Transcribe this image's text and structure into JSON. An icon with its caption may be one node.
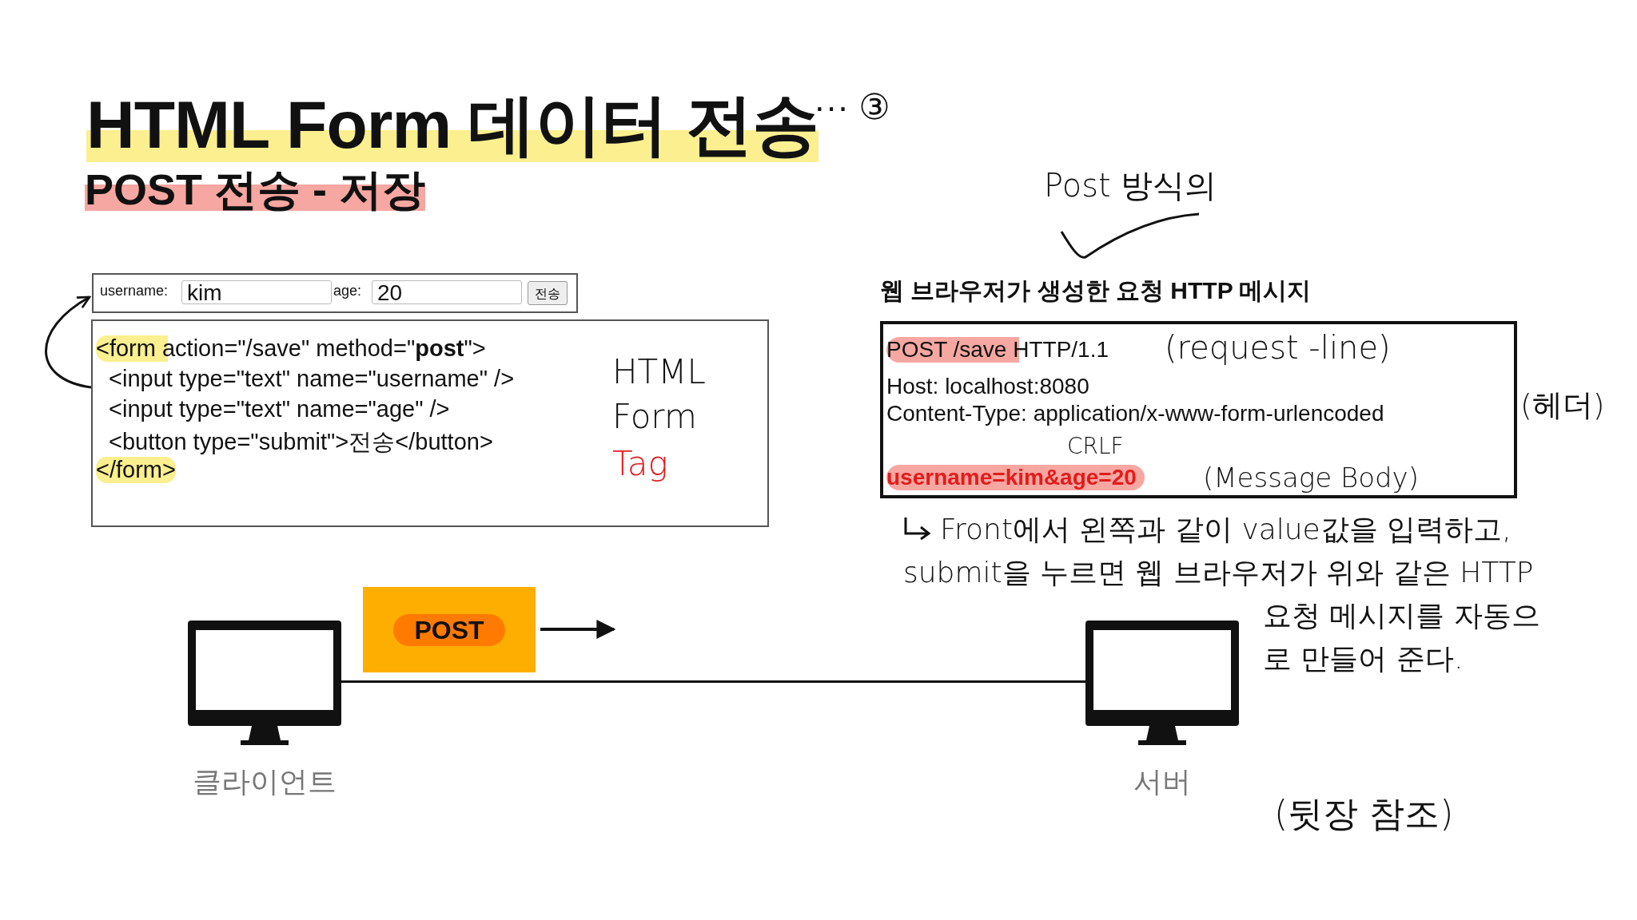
{
  "diagram": {
    "title": "HTML Form 데이터 전송",
    "nodes": [
      {
        "text": [
          "username:",
          "kim",
          "age:",
          "20",
          "전송"
        ]
      },
      {
        "text": [
          "<form action=\"/save\" method=\"**post**\">",
          "<input type=\"text\" name=\"username\" />",
          "<input type=\"text\" name=\"age\" />",
          "<button type=\"submit\">전송</button>",
          "</form>",
          "HTML Form",
          "Tag"
        ]
      },
      {
        "text": [
          "웹 브라우저가 생성한 요청 HTTP 메시지",
          "POST /save HTTP/1.1",
          "(request -line)",
          "Host: localhost:8080",
          "Content-Type: application/x-www-form-urlencoded",
          "CRLF",
          "username=kim&age=20",
          "(Message Body)"
        ],
        "beside": [
          "(헤더)"
        ]
      },
      {
        "text": [
          "POST"
        ]
      },
      {
        "text": [],
        "shape": "picture",
        "beside": [
          "클라이언트"
        ]
      },
      {
        "text": [],
        "shape": "picture",
        "beside": [
          "서버"
        ]
      }
    ],
    "edges": [
      {
        "from": 1,
        "to": 0,
        "arrow": "to"
      },
      {
        "from": 4,
        "to": 5,
        "arrow": "none"
      }
    ],
    "labels": [
      "··· ③",
      "POST 전송 - 저장",
      "Post 방식의",
      "Front에서 왼쪽과 같이 value값을 입력하고, submit을 누르면 웹 브라우저가 위와 같은 HTTP 요청 메시지를 자동으로 만들어 준다.",
      "(뒷장 참조)"
    ]
  }
}
